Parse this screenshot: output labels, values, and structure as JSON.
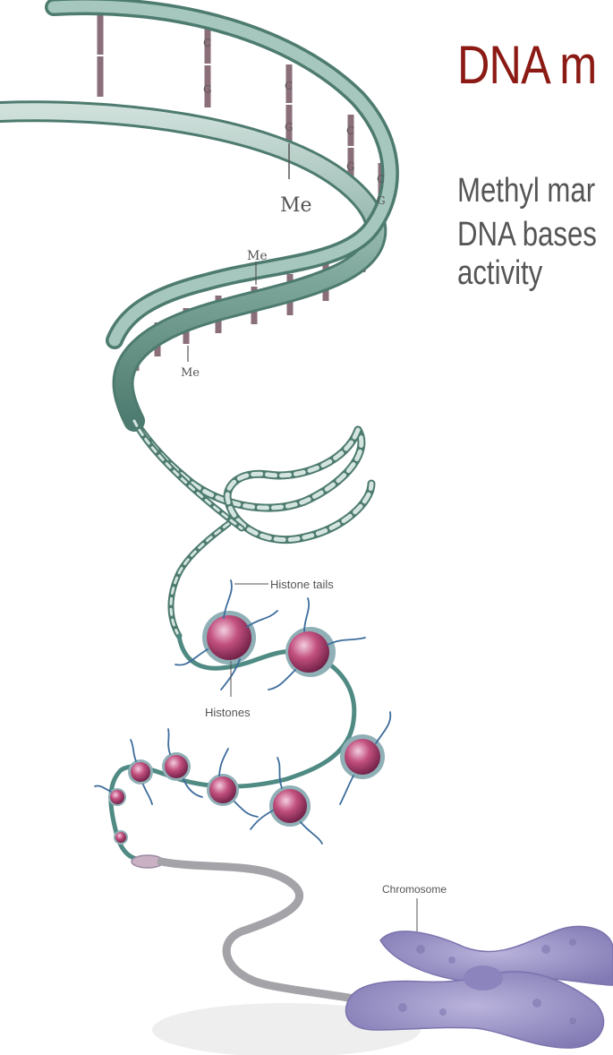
{
  "slide": {
    "title": "DNA m",
    "body_lines": [
      "Methyl mar",
      "DNA bases",
      "activity"
    ]
  },
  "diagram": {
    "base_letters": [
      "C",
      "G",
      "C",
      "G",
      "C",
      "G",
      "C",
      "G"
    ],
    "methyl_labels": [
      "Me",
      "Me",
      "Me"
    ],
    "labels": {
      "histone_tails": "Histone tails",
      "histones": "Histones",
      "chromosome": "Chromosome"
    }
  },
  "colors": {
    "title": "#8b1a14",
    "body_text": "#555555",
    "backbone": "#6f9a8e",
    "histone": "#c2507e",
    "histone_ring": "#8fb0b6",
    "chromosome": "#9d96c8",
    "tail": "#3e6d9c"
  }
}
